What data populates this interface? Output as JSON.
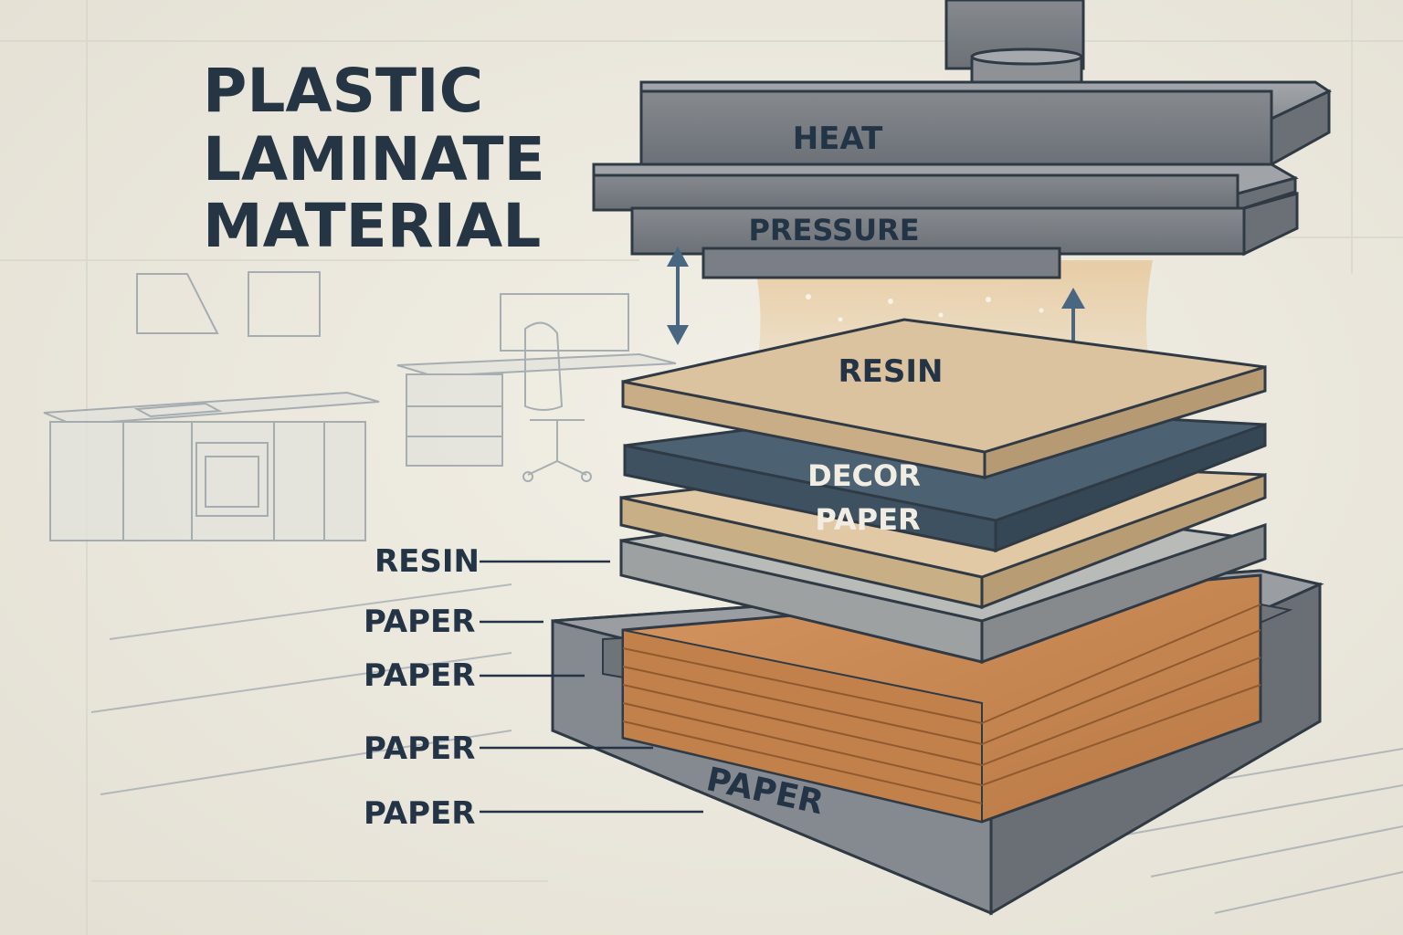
{
  "title": {
    "line1": "PLASTIC",
    "line2": "LAMINATE",
    "line3": "MATERIAL"
  },
  "press": {
    "top_plate_label": "HEAT",
    "bottom_plate_label": "PRESSURE"
  },
  "layers": {
    "resin_top_label": "RESIN",
    "decor_label_line1": "DECOR",
    "decor_label_line2": "PAPER",
    "base_label": "PAPER"
  },
  "callouts": [
    "RESIN",
    "PAPER",
    "PAPER",
    "PAPER",
    "PAPER"
  ],
  "colors": {
    "background": "#ece8dd",
    "steel": "#8b8f94",
    "resin": "#dcc39f",
    "decor_paper": "#4c6172",
    "kraft_paper": "#c98a52",
    "text": "#243447",
    "arrow": "#4a6782"
  },
  "icons": [
    "up-down-arrow-icon",
    "up-down-arrow-icon"
  ]
}
